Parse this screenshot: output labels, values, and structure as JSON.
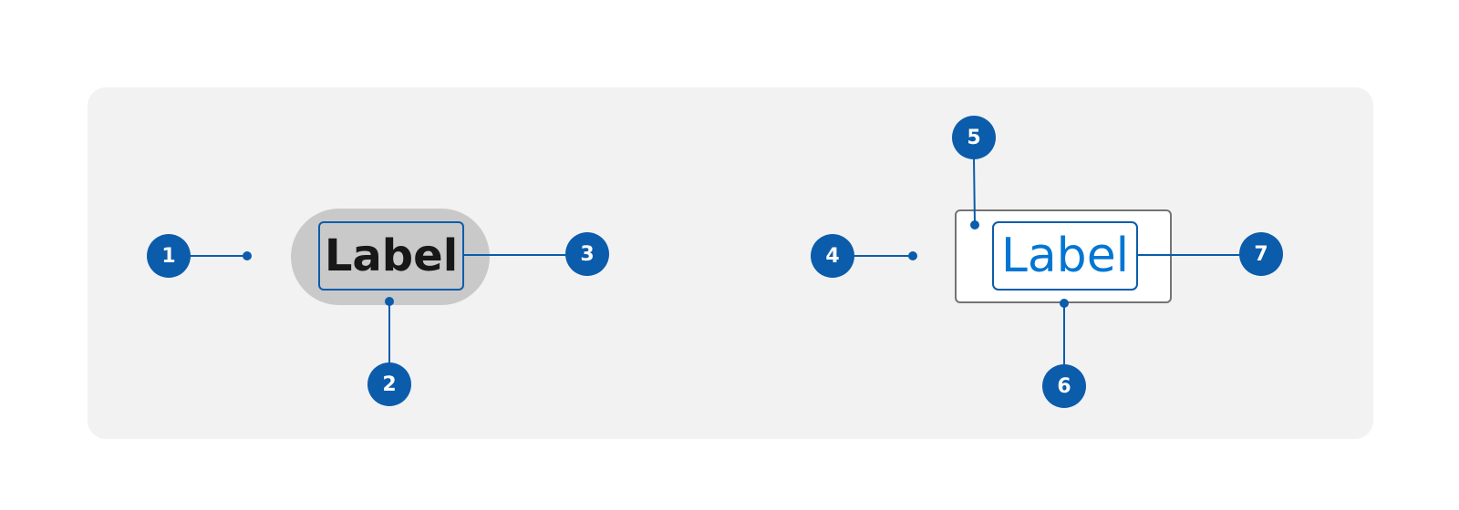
{
  "variants": [
    {
      "label": "Label",
      "style": "filled-pill"
    },
    {
      "label": "Label",
      "style": "outlined-box"
    }
  ],
  "callouts": [
    "1",
    "2",
    "3",
    "4",
    "5",
    "6",
    "7"
  ],
  "colors": {
    "callout_blue": "#0b5cab",
    "panel_background": "#f2f2f3",
    "pill_background": "#c9c9c9",
    "label_dark": "#181818",
    "label_blue": "#0176d3",
    "outline_gray": "#747474"
  }
}
